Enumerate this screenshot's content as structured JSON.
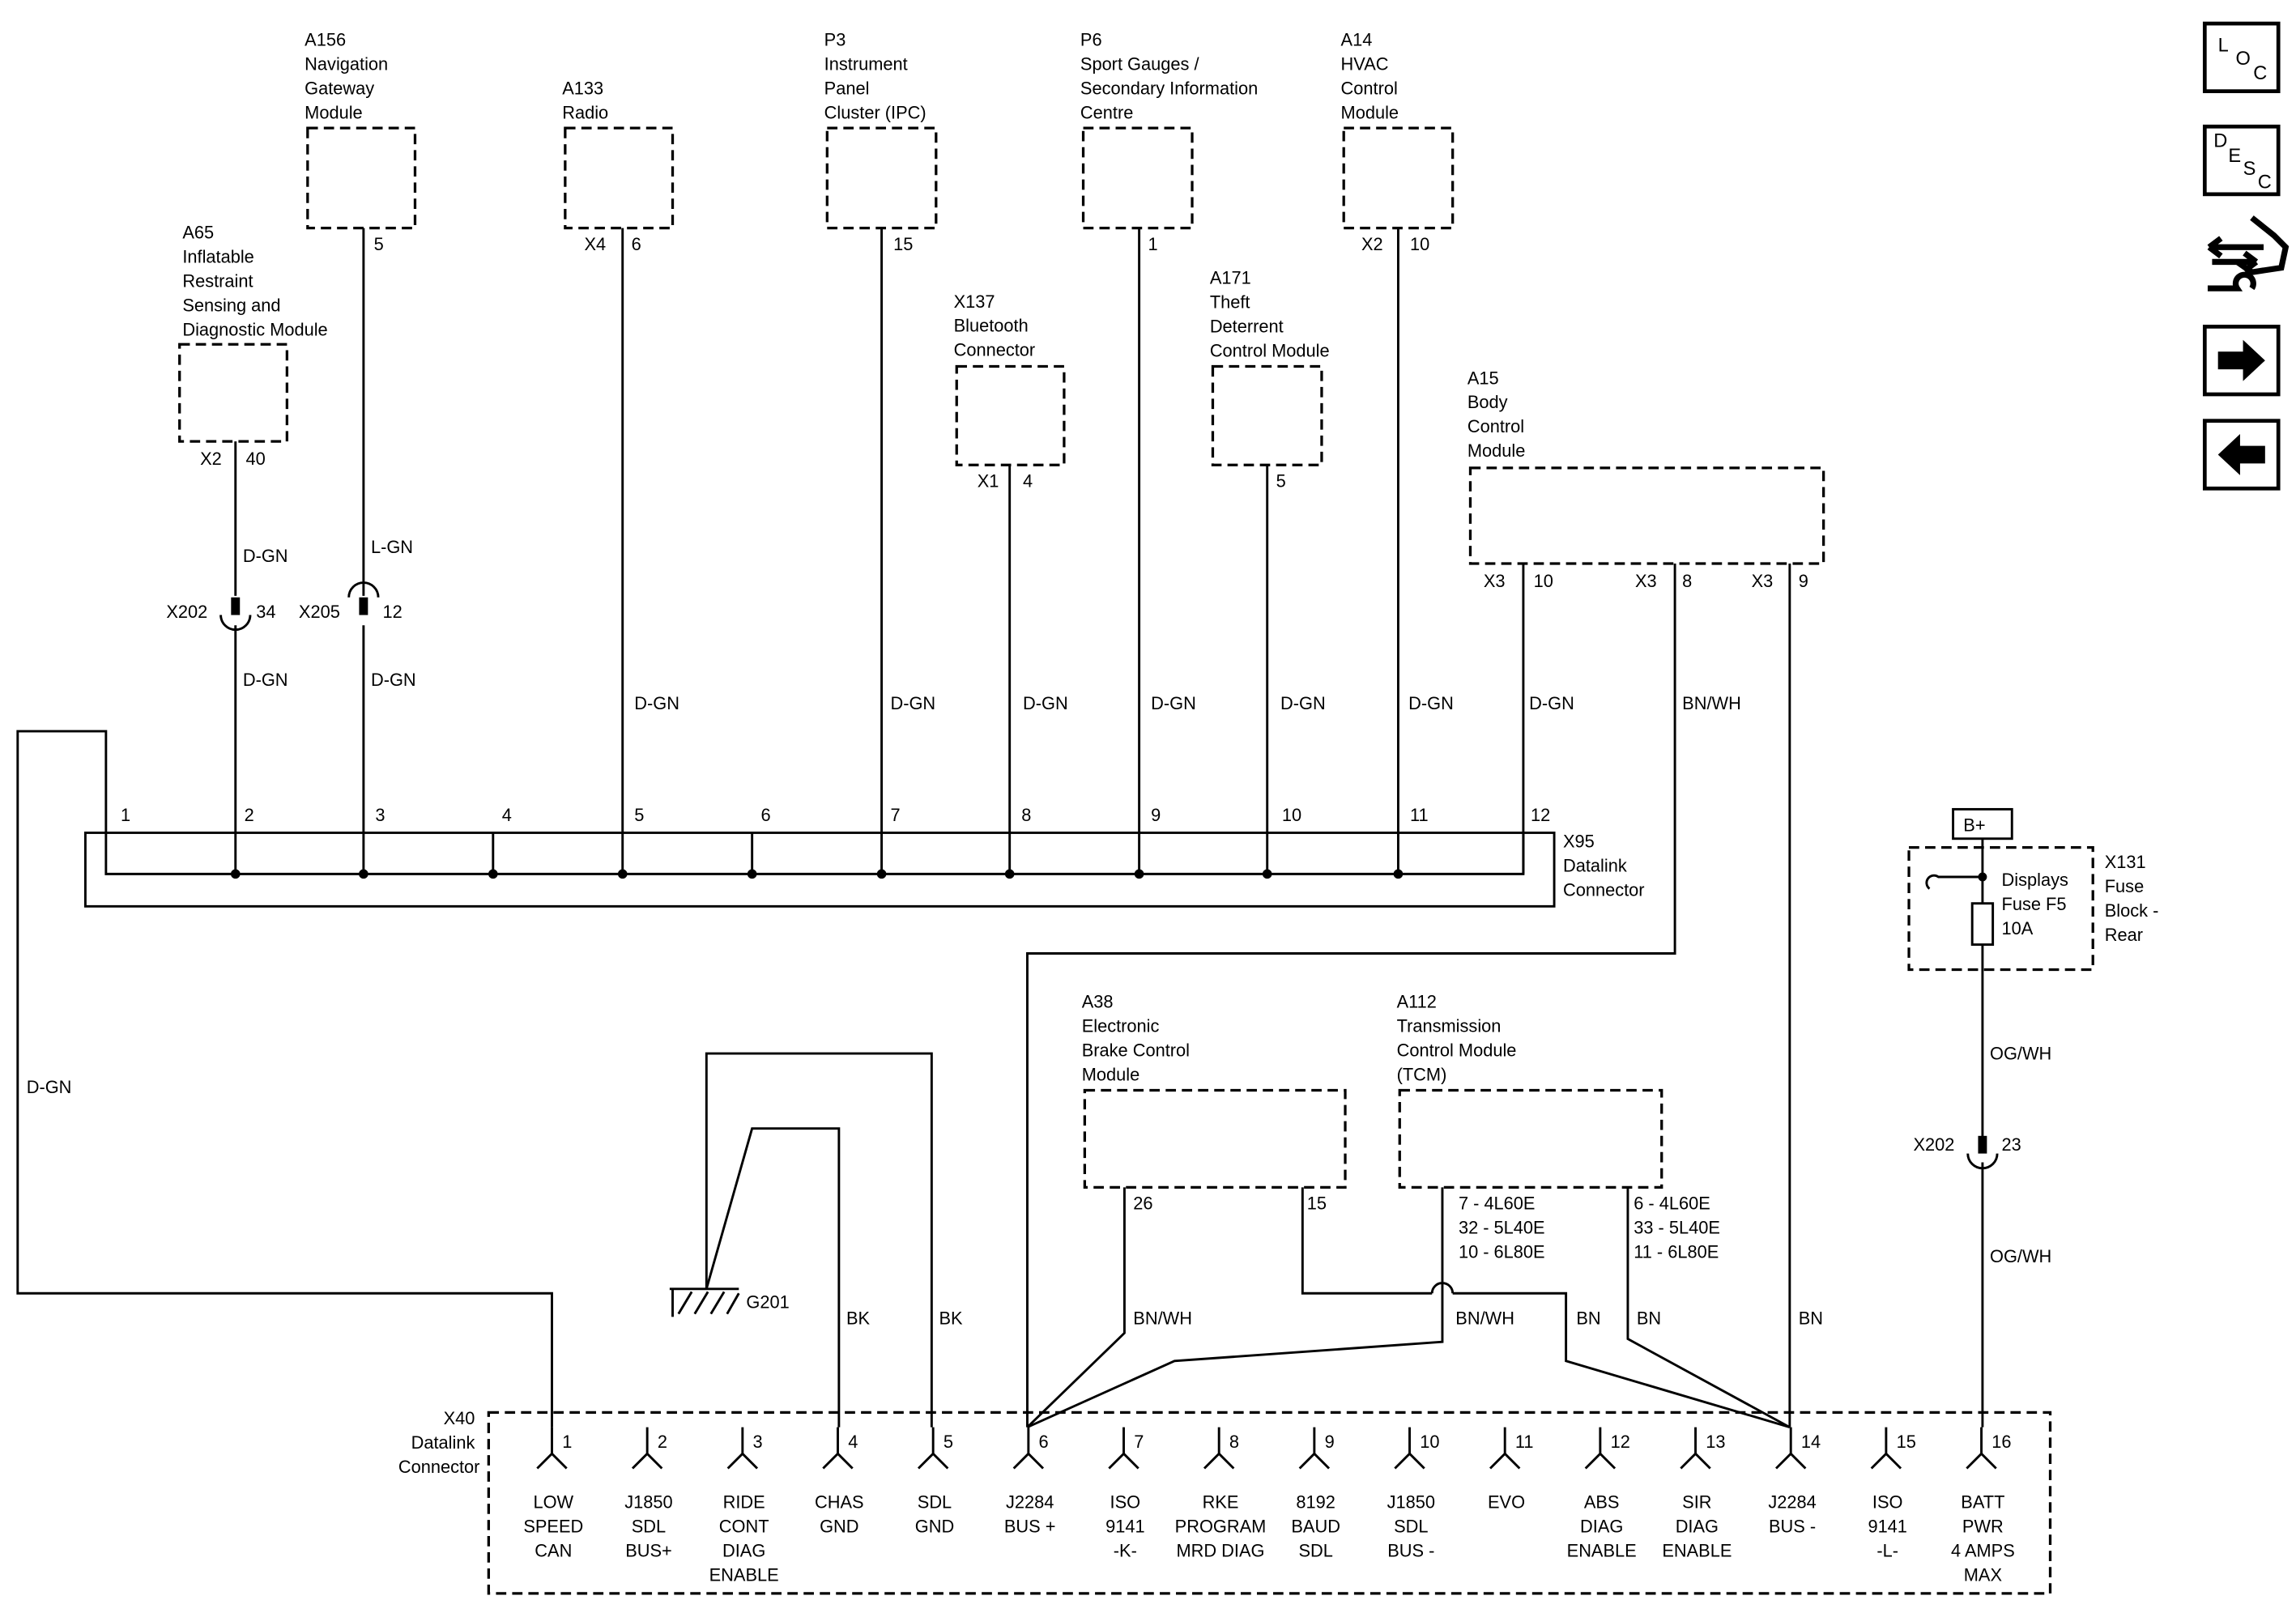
{
  "modules": [
    {
      "id": "a65",
      "lines": [
        "A65",
        "Inflatable",
        "Restraint",
        "Sensing and",
        "Diagnostic Module"
      ],
      "pin_left": "X2",
      "pin_right": "40"
    },
    {
      "id": "a156",
      "lines": [
        "A156",
        "Navigation",
        "Gateway",
        "Module"
      ],
      "pin_left": "",
      "pin_right": "5"
    },
    {
      "id": "a133",
      "lines": [
        "A133",
        "Radio"
      ],
      "pin_left": "X4",
      "pin_right": "6"
    },
    {
      "id": "p3",
      "lines": [
        "P3",
        "Instrument",
        "Panel",
        "Cluster (IPC)"
      ],
      "pin_left": "",
      "pin_right": "15"
    },
    {
      "id": "p6",
      "lines": [
        "P6",
        "Sport Gauges /",
        "Secondary Information",
        "Centre"
      ],
      "pin_left": "",
      "pin_right": "1"
    },
    {
      "id": "a14",
      "lines": [
        "A14",
        "HVAC",
        "Control",
        "Module"
      ],
      "pin_left": "X2",
      "pin_right": "10"
    },
    {
      "id": "x137",
      "lines": [
        "X137",
        "Bluetooth",
        "Connector"
      ],
      "pin_left": "X1",
      "pin_right": "4"
    },
    {
      "id": "a171",
      "lines": [
        "A171",
        "Theft",
        "Deterrent",
        "Control Module"
      ],
      "pin_left": "",
      "pin_right": "5"
    },
    {
      "id": "a15",
      "lines": [
        "A15",
        "Body",
        "Control",
        "Module"
      ],
      "pins": [
        [
          "X3",
          "10"
        ],
        [
          "X3",
          "8"
        ],
        [
          "X3",
          "9"
        ]
      ]
    },
    {
      "id": "a38",
      "lines": [
        "A38",
        "Electronic",
        "Brake Control",
        "Module"
      ],
      "pins": [
        "26",
        "15"
      ]
    },
    {
      "id": "a112",
      "lines": [
        "A112",
        "Transmission",
        "Control Module",
        "(TCM)"
      ],
      "pin_groups": [
        [
          "7 - 4L60E",
          "32 - 5L40E",
          "10 - 6L80E"
        ],
        [
          "6 - 4L60E",
          "33 - 5L40E",
          "11 - 6L80E"
        ]
      ]
    }
  ],
  "wire_colors": {
    "a65_upper": "D-GN",
    "a65_lower": "D-GN",
    "a156_upper": "L-GN",
    "a156_lower": "D-GN",
    "a133": "D-GN",
    "p3": "D-GN",
    "x137": "D-GN",
    "p6": "D-GN",
    "a171": "D-GN",
    "a14": "D-GN",
    "a15_10": "D-GN",
    "a15_8": "BN/WH",
    "loop": "D-GN",
    "g201_a": "BK",
    "g201_b": "BK",
    "a38_26": "BN/WH",
    "a112_a": "BN/WH",
    "a112_b": "BN",
    "a15_9": "BN",
    "a112_c": "BN",
    "batt_upper": "OG/WH",
    "batt_lower": "OG/WH"
  },
  "inline_connectors": {
    "x202_top": {
      "name": "X202",
      "pin": "34"
    },
    "x205": {
      "name": "X205",
      "pin": "12"
    },
    "x202_bottom": {
      "name": "X202",
      "pin": "23"
    }
  },
  "x95": {
    "lines": [
      "X95",
      "Datalink",
      "Connector"
    ],
    "pins": [
      "1",
      "2",
      "3",
      "4",
      "5",
      "6",
      "7",
      "8",
      "9",
      "10",
      "11",
      "12"
    ]
  },
  "ground": {
    "name": "G201"
  },
  "x131": {
    "supply": "B+",
    "lines": [
      "X131",
      "Fuse",
      "Block -",
      "Rear"
    ],
    "fuse_lines": [
      "Displays",
      "Fuse F5",
      "10A"
    ]
  },
  "x40": {
    "lines": [
      "X40",
      "Datalink",
      "Connector"
    ],
    "pins": [
      {
        "num": "1",
        "label": [
          "LOW",
          "SPEED",
          "CAN"
        ]
      },
      {
        "num": "2",
        "label": [
          "J1850",
          "SDL",
          "BUS+"
        ]
      },
      {
        "num": "3",
        "label": [
          "RIDE",
          "CONT",
          "DIAG",
          "ENABLE"
        ]
      },
      {
        "num": "4",
        "label": [
          "CHAS",
          "GND"
        ]
      },
      {
        "num": "5",
        "label": [
          "SDL",
          "GND"
        ]
      },
      {
        "num": "6",
        "label": [
          "J2284",
          "BUS +"
        ]
      },
      {
        "num": "7",
        "label": [
          "ISO",
          "9141",
          "-K-"
        ]
      },
      {
        "num": "8",
        "label": [
          "RKE",
          "PROGRAM",
          "MRD DIAG"
        ]
      },
      {
        "num": "9",
        "label": [
          "8192",
          "BAUD",
          "SDL"
        ]
      },
      {
        "num": "10",
        "label": [
          "J1850",
          "SDL",
          "BUS -"
        ]
      },
      {
        "num": "11",
        "label": [
          "EVO"
        ]
      },
      {
        "num": "12",
        "label": [
          "ABS",
          "DIAG",
          "ENABLE"
        ]
      },
      {
        "num": "13",
        "label": [
          "SIR",
          "DIAG",
          "ENABLE"
        ]
      },
      {
        "num": "14",
        "label": [
          "J2284",
          "BUS -"
        ]
      },
      {
        "num": "15",
        "label": [
          "ISO",
          "9141",
          "-L-"
        ]
      },
      {
        "num": "16",
        "label": [
          "BATT",
          "PWR",
          "4 AMPS",
          "MAX"
        ]
      }
    ]
  },
  "nav_buttons": {
    "loc": [
      "L",
      "O",
      "C"
    ],
    "desc": [
      "D",
      "E",
      "S",
      "C"
    ],
    "connector_icon": "connector-harness-icon",
    "next_icon": "arrow-right-icon",
    "prev_icon": "arrow-left-icon"
  }
}
